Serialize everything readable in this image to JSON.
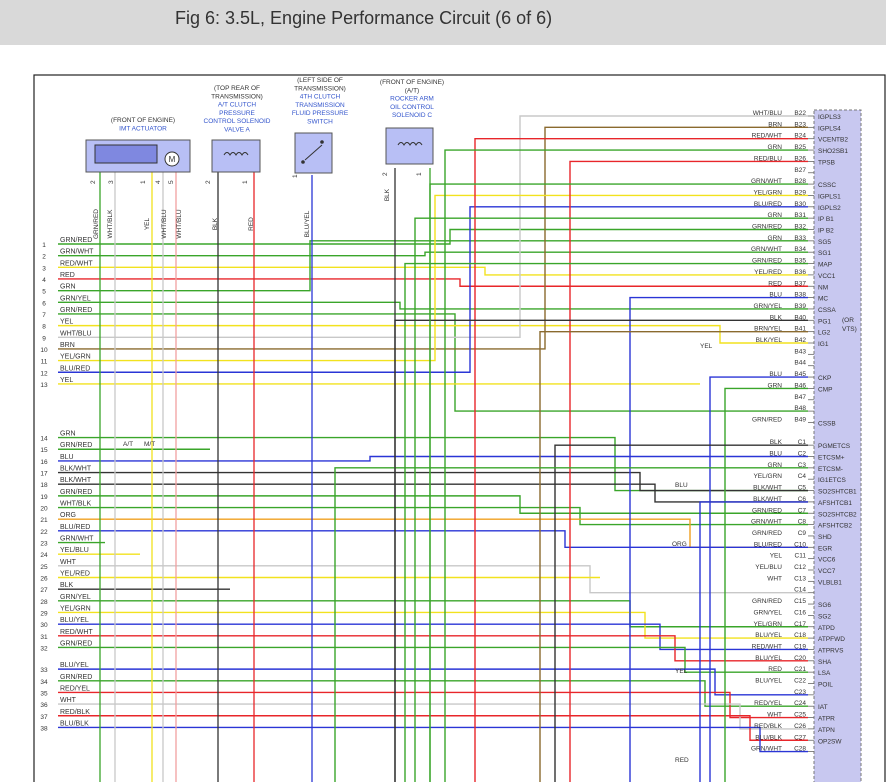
{
  "title": "Fig 6: 3.5L, Engine Performance Circuit (6 of 6)",
  "colors": {
    "GRN": "#3aa52a",
    "RED": "#e8262a",
    "YEL": "#f2e21e",
    "BLU": "#2a35d6",
    "BRN": "#8a6a2e",
    "BLK": "#333333",
    "WHT": "#c8c8c8",
    "ORG": "#f0a020",
    "PNK": "#f0a0a0",
    "GRY": "#999999",
    "ecm": "#c8c8f0",
    "comp": "#b8bff5"
  },
  "components": [
    {
      "header": [
        "(FRONT OF ENGINE)",
        "IMT ACTUATOR"
      ],
      "motor": "M",
      "pins": [
        "2",
        "3",
        "1",
        "4",
        "5"
      ]
    },
    {
      "header": [
        "(TOP REAR OF",
        "TRANSMISSION)",
        "A/T CLUTCH",
        "PRESSURE",
        "CONTROL SOLENOID",
        "VALVE A"
      ],
      "pins": [
        "2",
        "1"
      ]
    },
    {
      "header": [
        "(LEFT SIDE OF",
        "TRANSMISSION)",
        "4TH CLUTCH",
        "TRANSMISSION",
        "FLUID PRESSURE",
        "SWITCH"
      ],
      "pins": [
        "1"
      ]
    },
    {
      "header": [
        "(FRONT OF ENGINE)",
        "(A/T)",
        "ROCKER ARM",
        "OIL CONTROL",
        "SOLENOID C"
      ],
      "pins": [
        "2",
        "1"
      ]
    }
  ],
  "vertical_wire_labels": [
    "GRN/RED",
    "WHT/BLK",
    "YEL",
    "WHT/BLU",
    "WHT/BLU",
    "BLK",
    "RED",
    "BLU/YEL",
    "BLK"
  ],
  "left_rows": [
    {
      "n": "1",
      "c": "GRN/RED"
    },
    {
      "n": "2",
      "c": "GRN/WHT"
    },
    {
      "n": "3",
      "c": "RED/WHT"
    },
    {
      "n": "4",
      "c": "RED"
    },
    {
      "n": "5",
      "c": "GRN"
    },
    {
      "n": "6",
      "c": "GRN/YEL"
    },
    {
      "n": "7",
      "c": "GRN/RED"
    },
    {
      "n": "8",
      "c": "YEL"
    },
    {
      "n": "9",
      "c": "WHT/BLU"
    },
    {
      "n": "10",
      "c": "BRN"
    },
    {
      "n": "11",
      "c": "YEL/GRN"
    },
    {
      "n": "12",
      "c": "BLU/RED"
    },
    {
      "n": "13",
      "c": "YEL"
    },
    {
      "n": "14",
      "c": "GRN"
    },
    {
      "n": "15",
      "c": "GRN/RED"
    },
    {
      "n": "16",
      "c": "BLU"
    },
    {
      "n": "17",
      "c": "BLK/WHT"
    },
    {
      "n": "18",
      "c": "BLK/WHT"
    },
    {
      "n": "19",
      "c": "GRN/RED"
    },
    {
      "n": "20",
      "c": "WHT/BLK"
    },
    {
      "n": "21",
      "c": "ORG"
    },
    {
      "n": "22",
      "c": "BLU/RED"
    },
    {
      "n": "23",
      "c": "GRN/WHT"
    },
    {
      "n": "24",
      "c": "YEL/BLU"
    },
    {
      "n": "25",
      "c": "WHT"
    },
    {
      "n": "26",
      "c": "YEL/RED"
    },
    {
      "n": "27",
      "c": "BLK"
    },
    {
      "n": "28",
      "c": "GRN/YEL"
    },
    {
      "n": "29",
      "c": "YEL/GRN"
    },
    {
      "n": "30",
      "c": "BLU/YEL"
    },
    {
      "n": "31",
      "c": "RED/WHT"
    },
    {
      "n": "32",
      "c": "GRN/RED"
    },
    {
      "n": "33",
      "c": "BLU/YEL"
    },
    {
      "n": "34",
      "c": "GRN/RED"
    },
    {
      "n": "35",
      "c": "RED/YEL"
    },
    {
      "n": "36",
      "c": "WHT"
    },
    {
      "n": "37",
      "c": "RED/BLK"
    },
    {
      "n": "38",
      "c": "BLU/BLK"
    }
  ],
  "right_rows": [
    {
      "c": "WHT/BLU",
      "pin": "B22",
      "sig": "IGPLS3"
    },
    {
      "c": "BRN",
      "pin": "B23",
      "sig": "IGPLS4"
    },
    {
      "c": "RED/WHT",
      "pin": "B24",
      "sig": "VCENTB2"
    },
    {
      "c": "GRN",
      "pin": "B25",
      "sig": "SHO2SB1"
    },
    {
      "c": "RED/BLU",
      "pin": "B26",
      "sig": "TPSB"
    },
    {
      "c": "",
      "pin": "B27",
      "sig": ""
    },
    {
      "c": "GRN/WHT",
      "pin": "B28",
      "sig": "CSSC"
    },
    {
      "c": "YEL/GRN",
      "pin": "B29",
      "sig": "IGPLS1"
    },
    {
      "c": "BLU/RED",
      "pin": "B30",
      "sig": "IGPLS2"
    },
    {
      "c": "GRN",
      "pin": "B31",
      "sig": "IP B1"
    },
    {
      "c": "GRN/RED",
      "pin": "B32",
      "sig": "IP B2"
    },
    {
      "c": "GRN",
      "pin": "B33",
      "sig": "SG5"
    },
    {
      "c": "GRN/WHT",
      "pin": "B34",
      "sig": "SG1"
    },
    {
      "c": "GRN/RED",
      "pin": "B35",
      "sig": "MAP"
    },
    {
      "c": "YEL/RED",
      "pin": "B36",
      "sig": "VCC1"
    },
    {
      "c": "RED",
      "pin": "B37",
      "sig": "NM"
    },
    {
      "c": "BLU",
      "pin": "B38",
      "sig": "MC"
    },
    {
      "c": "GRN/YEL",
      "pin": "B39",
      "sig": "CSSA"
    },
    {
      "c": "BLK",
      "pin": "B40",
      "sig": "PG1"
    },
    {
      "c": "BRN/YEL",
      "pin": "B41",
      "sig": "LG2"
    },
    {
      "c": "BLK/YEL",
      "pin": "B42",
      "sig": "IG1"
    },
    {
      "c": "",
      "pin": "B43",
      "sig": ""
    },
    {
      "c": "",
      "pin": "B44",
      "sig": ""
    },
    {
      "c": "BLU",
      "pin": "B45",
      "sig": "CKP"
    },
    {
      "c": "GRN",
      "pin": "B46",
      "sig": "CMP"
    },
    {
      "c": "",
      "pin": "B47",
      "sig": ""
    },
    {
      "c": "",
      "pin": "B48",
      "sig": ""
    },
    {
      "c": "GRN/RED",
      "pin": "B49",
      "sig": "CSSB"
    },
    {
      "c": "",
      "pin": "",
      "sig": ""
    },
    {
      "c": "BLK",
      "pin": "C1",
      "sig": "PGMETCS"
    },
    {
      "c": "BLU",
      "pin": "C2",
      "sig": "ETCSM+"
    },
    {
      "c": "GRN",
      "pin": "C3",
      "sig": "ETCSM-"
    },
    {
      "c": "YEL/GRN",
      "pin": "C4",
      "sig": "IG1ETCS"
    },
    {
      "c": "BLK/WHT",
      "pin": "C5",
      "sig": "SO2SHTCB1"
    },
    {
      "c": "BLK/WHT",
      "pin": "C6",
      "sig": "AFSHTCB1"
    },
    {
      "c": "GRN/RED",
      "pin": "C7",
      "sig": "SO2SHTCB2"
    },
    {
      "c": "GRN/WHT",
      "pin": "C8",
      "sig": "AFSHTCB2"
    },
    {
      "c": "GRN/RED",
      "pin": "C9",
      "sig": "SHD"
    },
    {
      "c": "BLU/RED",
      "pin": "C10",
      "sig": "EGR"
    },
    {
      "c": "YEL",
      "pin": "C11",
      "sig": "VCC6"
    },
    {
      "c": "YEL/BLU",
      "pin": "C12",
      "sig": "VCC7"
    },
    {
      "c": "WHT",
      "pin": "C13",
      "sig": "VLBLB1"
    },
    {
      "c": "",
      "pin": "C14",
      "sig": ""
    },
    {
      "c": "GRN/RED",
      "pin": "C15",
      "sig": "SG6"
    },
    {
      "c": "GRN/YEL",
      "pin": "C16",
      "sig": "SG2"
    },
    {
      "c": "YEL/GRN",
      "pin": "C17",
      "sig": "ATPD"
    },
    {
      "c": "BLU/YEL",
      "pin": "C18",
      "sig": "ATPFWD"
    },
    {
      "c": "RED/WHT",
      "pin": "C19",
      "sig": "ATPRVS"
    },
    {
      "c": "BLU/YEL",
      "pin": "C20",
      "sig": "SHA"
    },
    {
      "c": "RED",
      "pin": "C21",
      "sig": "LSA"
    },
    {
      "c": "BLU/YEL",
      "pin": "C22",
      "sig": "POIL"
    },
    {
      "c": "",
      "pin": "C23",
      "sig": ""
    },
    {
      "c": "RED/YEL",
      "pin": "C24",
      "sig": "IAT"
    },
    {
      "c": "WHT",
      "pin": "C25",
      "sig": "ATPR"
    },
    {
      "c": "RED/BLK",
      "pin": "C26",
      "sig": "ATPN"
    },
    {
      "c": "BLU/BLK",
      "pin": "C27",
      "sig": "OP2SW"
    },
    {
      "c": "GRN/WHT",
      "pin": "C28",
      "sig": ""
    }
  ],
  "ecm_note": [
    "(OR",
    "VTS)"
  ],
  "side_labels": [
    "YEL",
    "BLU",
    "ORG",
    "YEL",
    "RED"
  ],
  "at_mt": [
    "A/T",
    "M/T"
  ]
}
